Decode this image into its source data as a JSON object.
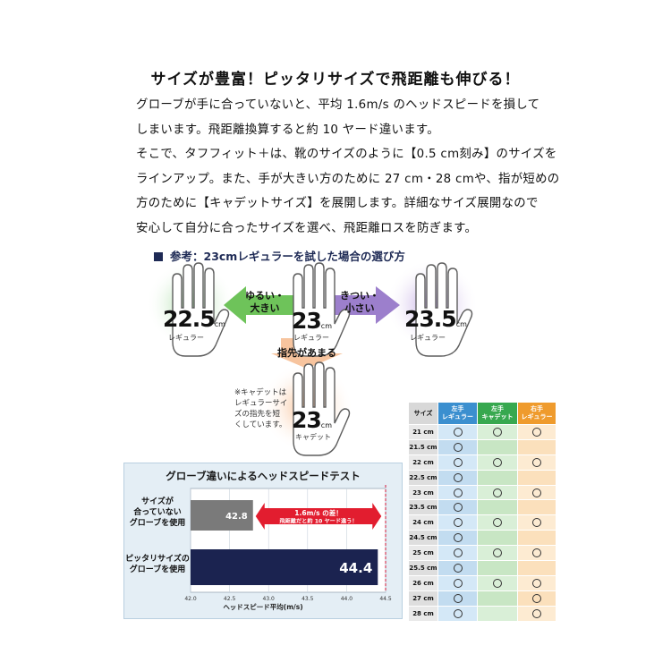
{
  "headline": "サイズが豊富！ピッタリサイズで飛距離も伸びる！",
  "paragraph": [
    "グローブが手に合っていないと、平均 1.6m/s のヘッドスピードを損して",
    "しまいます。飛距離換算すると約 10 ヤード違います。",
    "そこで、タフフィット＋は、靴のサイズのように【0.5 cm刻み】のサイズを",
    "ラインアップ。また、手が大きい方のために 27 cm・28 cmや、指が短めの",
    "方のために【キャデットサイズ】を展開します。詳細なサイズ展開なので",
    "安心して自分に合ったサイズを選べ、飛距離ロスを防ぎます。"
  ],
  "reference": {
    "title": "参考：23cmレギュラーを試した場合の選び方",
    "gloves": [
      {
        "size": "22.5",
        "unit": "cm",
        "type": "レギュラー",
        "color": "#bfe6b8"
      },
      {
        "size": "23",
        "unit": "cm",
        "type": "レギュラー",
        "color": "#ffffff"
      },
      {
        "size": "23.5",
        "unit": "cm",
        "type": "レギュラー",
        "color": "#cdb9e6"
      },
      {
        "size": "23",
        "unit": "cm",
        "type": "キャデット",
        "color": "#f9cfa8"
      }
    ],
    "arrows": {
      "left": [
        "ゆるい・",
        "大きい"
      ],
      "right": [
        "きつい・",
        "小さい"
      ],
      "down": "指先があまる"
    },
    "note": [
      "※キャデットは",
      "レギュラーサイ",
      "ズの指先を短",
      "くしています。"
    ]
  },
  "chart_data": {
    "type": "bar",
    "title": "グローブ違いによるヘッドスピードテスト",
    "orientation": "horizontal",
    "categories": [
      "サイズが合っていないグローブを使用",
      "ピッタリサイズのグローブを使用"
    ],
    "category_lines": [
      [
        "サイズが",
        "合っていない",
        "グローブを使用"
      ],
      [
        "ピッタリサイズの",
        "グローブを使用"
      ]
    ],
    "values": [
      42.8,
      44.4
    ],
    "value_labels": [
      "42.8",
      "44.4"
    ],
    "bar_colors": [
      "#7a7a7a",
      "#1b2350"
    ],
    "xlabel": "ヘッドスピード平均(m/s)",
    "xlim": [
      42.0,
      44.5
    ],
    "xticks": [
      "42.0",
      "42.5",
      "43.0",
      "43.5",
      "44.0",
      "44.5"
    ],
    "annotation": [
      "1.6m/s の差！",
      "飛距離だと約 10 ヤード違う！"
    ]
  },
  "size_table": {
    "headers": [
      {
        "lines": [
          "サイズ"
        ]
      },
      {
        "lines": [
          "左手",
          "レギュラー"
        ],
        "color": "#3b8fcf"
      },
      {
        "lines": [
          "左手",
          "キャデット"
        ],
        "color": "#37a84f"
      },
      {
        "lines": [
          "右手",
          "レギュラー"
        ],
        "color": "#ef9b2d"
      }
    ],
    "rows": [
      {
        "size": "21 cm",
        "marks": [
          true,
          true,
          true
        ]
      },
      {
        "size": "21.5 cm",
        "marks": [
          true,
          false,
          false
        ]
      },
      {
        "size": "22 cm",
        "marks": [
          true,
          true,
          true
        ]
      },
      {
        "size": "22.5 cm",
        "marks": [
          true,
          false,
          false
        ]
      },
      {
        "size": "23 cm",
        "marks": [
          true,
          true,
          true
        ]
      },
      {
        "size": "23.5 cm",
        "marks": [
          true,
          false,
          false
        ]
      },
      {
        "size": "24 cm",
        "marks": [
          true,
          true,
          true
        ]
      },
      {
        "size": "24.5 cm",
        "marks": [
          true,
          false,
          false
        ]
      },
      {
        "size": "25 cm",
        "marks": [
          true,
          true,
          true
        ]
      },
      {
        "size": "25.5 cm",
        "marks": [
          true,
          false,
          false
        ]
      },
      {
        "size": "26 cm",
        "marks": [
          true,
          true,
          true
        ]
      },
      {
        "size": "27 cm",
        "marks": [
          true,
          false,
          true
        ]
      },
      {
        "size": "28 cm",
        "marks": [
          true,
          false,
          true
        ]
      }
    ]
  }
}
